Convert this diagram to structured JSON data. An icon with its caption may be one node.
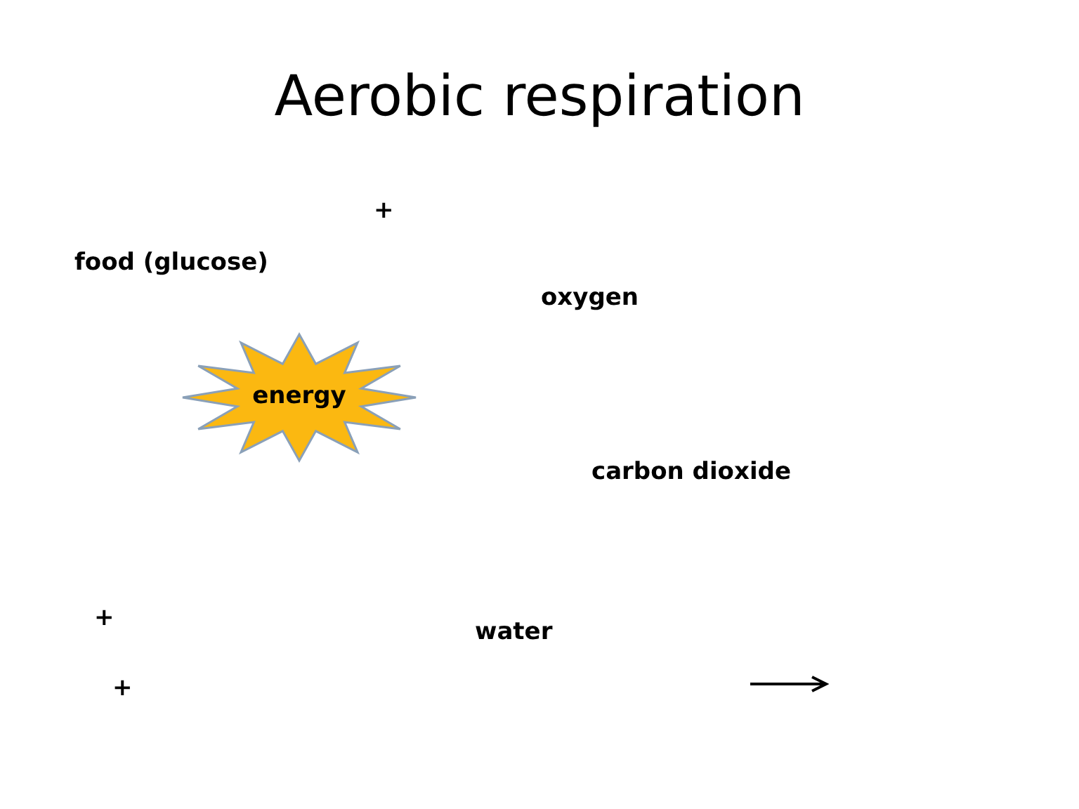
{
  "diagram": {
    "title": "Aerobic respiration",
    "nodes": [
      {
        "text": [
          "energy"
        ]
      }
    ],
    "labels": [
      "+",
      "food (glucose)",
      "oxygen",
      "carbon dioxide",
      "+",
      "water",
      "+"
    ]
  }
}
